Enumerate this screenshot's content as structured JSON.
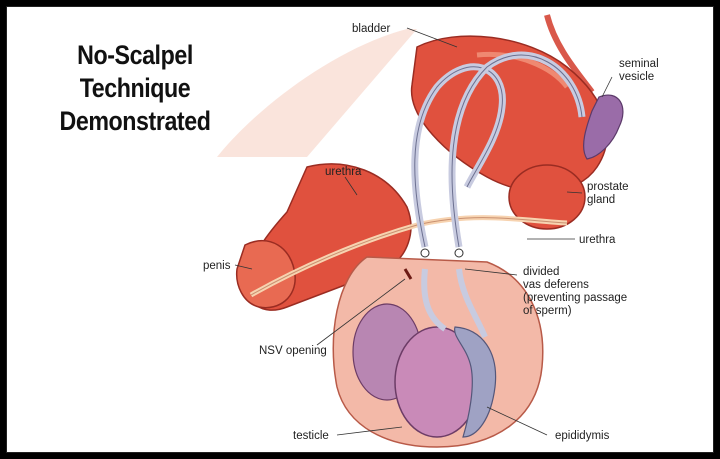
{
  "title_lines": [
    "No-Scalpel",
    "Technique",
    "Demonstrated"
  ],
  "labels": {
    "bladder": "bladder",
    "seminal_vesicle": [
      "seminal",
      "vesicle"
    ],
    "prostate_gland": [
      "prostate",
      "gland"
    ],
    "urethra_upper": "urethra",
    "urethra_lower": "urethra",
    "penis": "penis",
    "divided_vas_deferens": [
      "divided",
      "vas deferens",
      "(preventing passage",
      "of sperm)"
    ],
    "nsv_opening": "NSV opening",
    "testicle": "testicle",
    "epididymis": "epididymis"
  },
  "colors": {
    "flesh": "#e0513e",
    "flesh_dark": "#b83a2c",
    "flesh_light": "#f28a6f",
    "testis": "#c98ab8",
    "vas": "#c8cbe0",
    "vesicle": "#9a6ca8"
  }
}
